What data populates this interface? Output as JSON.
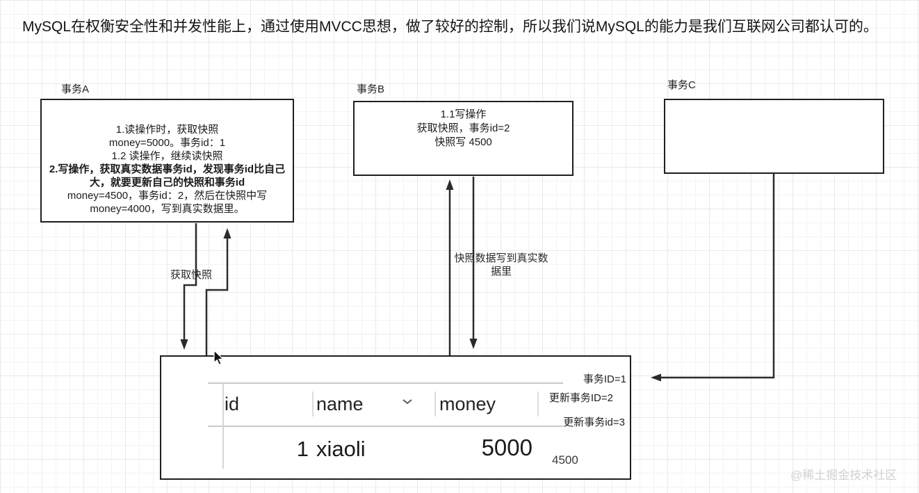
{
  "title": "MySQL在权衡安全性和并发性能上，通过使用MVCC思想，做了较好的控制，所以我们说MySQL的能力是我们互联网公司都认可的。",
  "transaction_a": {
    "label": "事务A",
    "lines": [
      "1.读操作时，获取快照",
      "money=5000。事务id：1",
      "1.2 读操作，继续读快照",
      "2.写操作，获取真实数据事务id，发现事务id比自己",
      "大，就要更新自己的快照和事务id",
      "money=4500，事务id：2，然后在快照中写",
      "money=4000，写到真实数据里。"
    ]
  },
  "transaction_b": {
    "label": "事务B",
    "lines": [
      "1.1写操作",
      "获取快照，事务id=2",
      "快照写 4500"
    ]
  },
  "transaction_c": {
    "label": "事务C"
  },
  "arrow_labels": {
    "get_snapshot": "获取快照",
    "write_snapshot_to_real": "快照数据写到真实数据里"
  },
  "data_table": {
    "columns": [
      "id",
      "name",
      "money"
    ],
    "row": {
      "id": "1",
      "name": "xiaoli",
      "money": "5000"
    },
    "pending_money": "4500",
    "annotations": [
      "事务ID=1",
      "更新事务ID=2",
      "更新事务id=3"
    ]
  },
  "watermark": "@稀土掘金技术社区",
  "colors": {
    "line": "#2b2b2b",
    "box_border": "#1f1f1f",
    "grid": "#e9e9e9",
    "table_rule": "#c9c9c9",
    "watermark": "#d2d2d2"
  }
}
